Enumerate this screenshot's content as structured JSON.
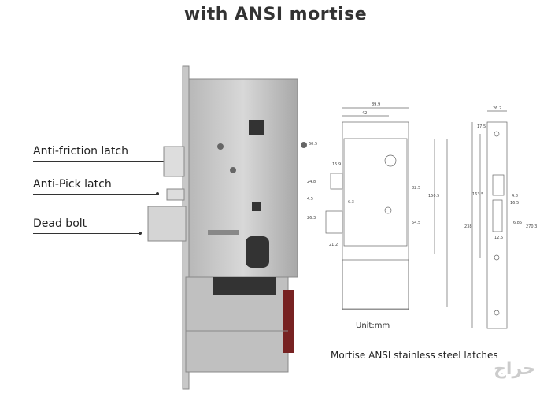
{
  "title": "with ANSI mortise",
  "callouts": [
    "Anti-friction latch",
    "Anti-Pick latch",
    "Dead bolt"
  ],
  "dimensions": {
    "body": [
      "89.9",
      "42",
      "60.5",
      "15.9",
      "24.8",
      "4.5",
      "6.3",
      "26.3",
      "21.2",
      "82.5",
      "150.5",
      "54.5"
    ],
    "faceplate": [
      "26.2",
      "17.5",
      "163.5",
      "4.8",
      "16.5",
      "6.85",
      "12.5",
      "238",
      "270.3"
    ]
  },
  "unit_label": "Unit:mm",
  "caption": "Mortise ANSI stainless steel latches",
  "watermark": "حراج"
}
